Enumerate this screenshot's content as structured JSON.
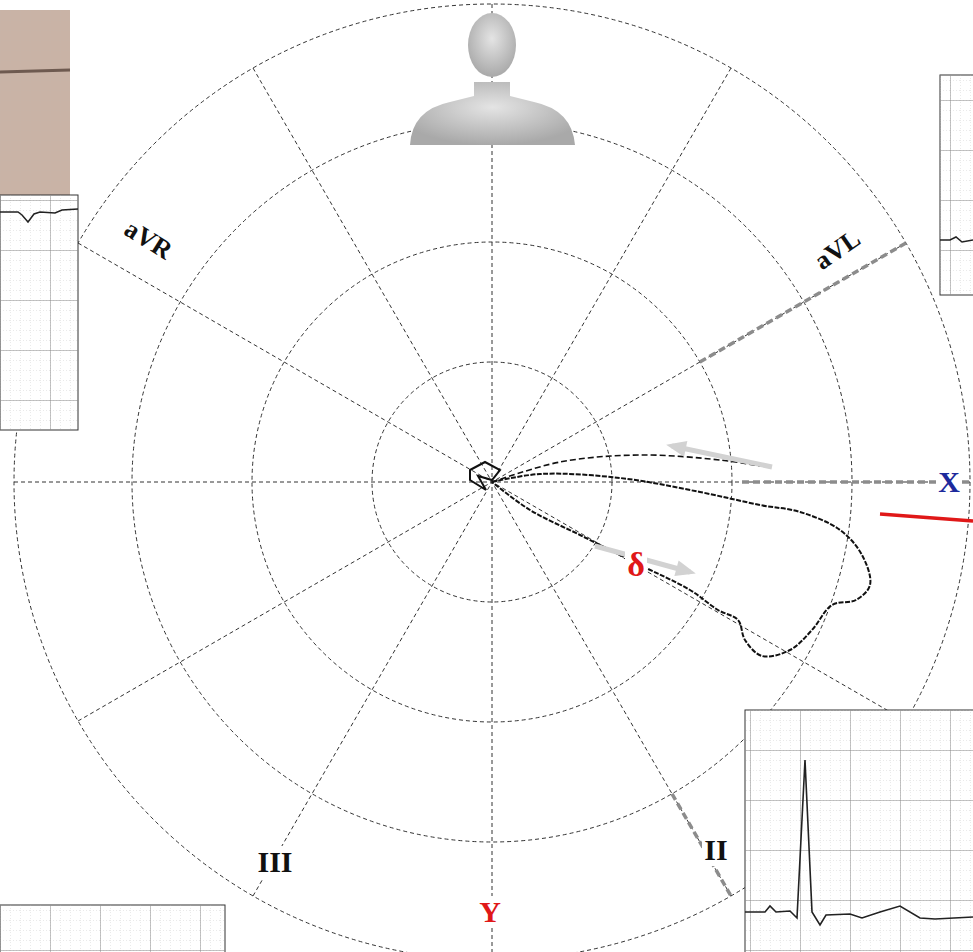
{
  "diagram": {
    "labels": [
      "aVR",
      "aVL",
      "X",
      "δ",
      "III",
      "II",
      "Y"
    ]
  }
}
